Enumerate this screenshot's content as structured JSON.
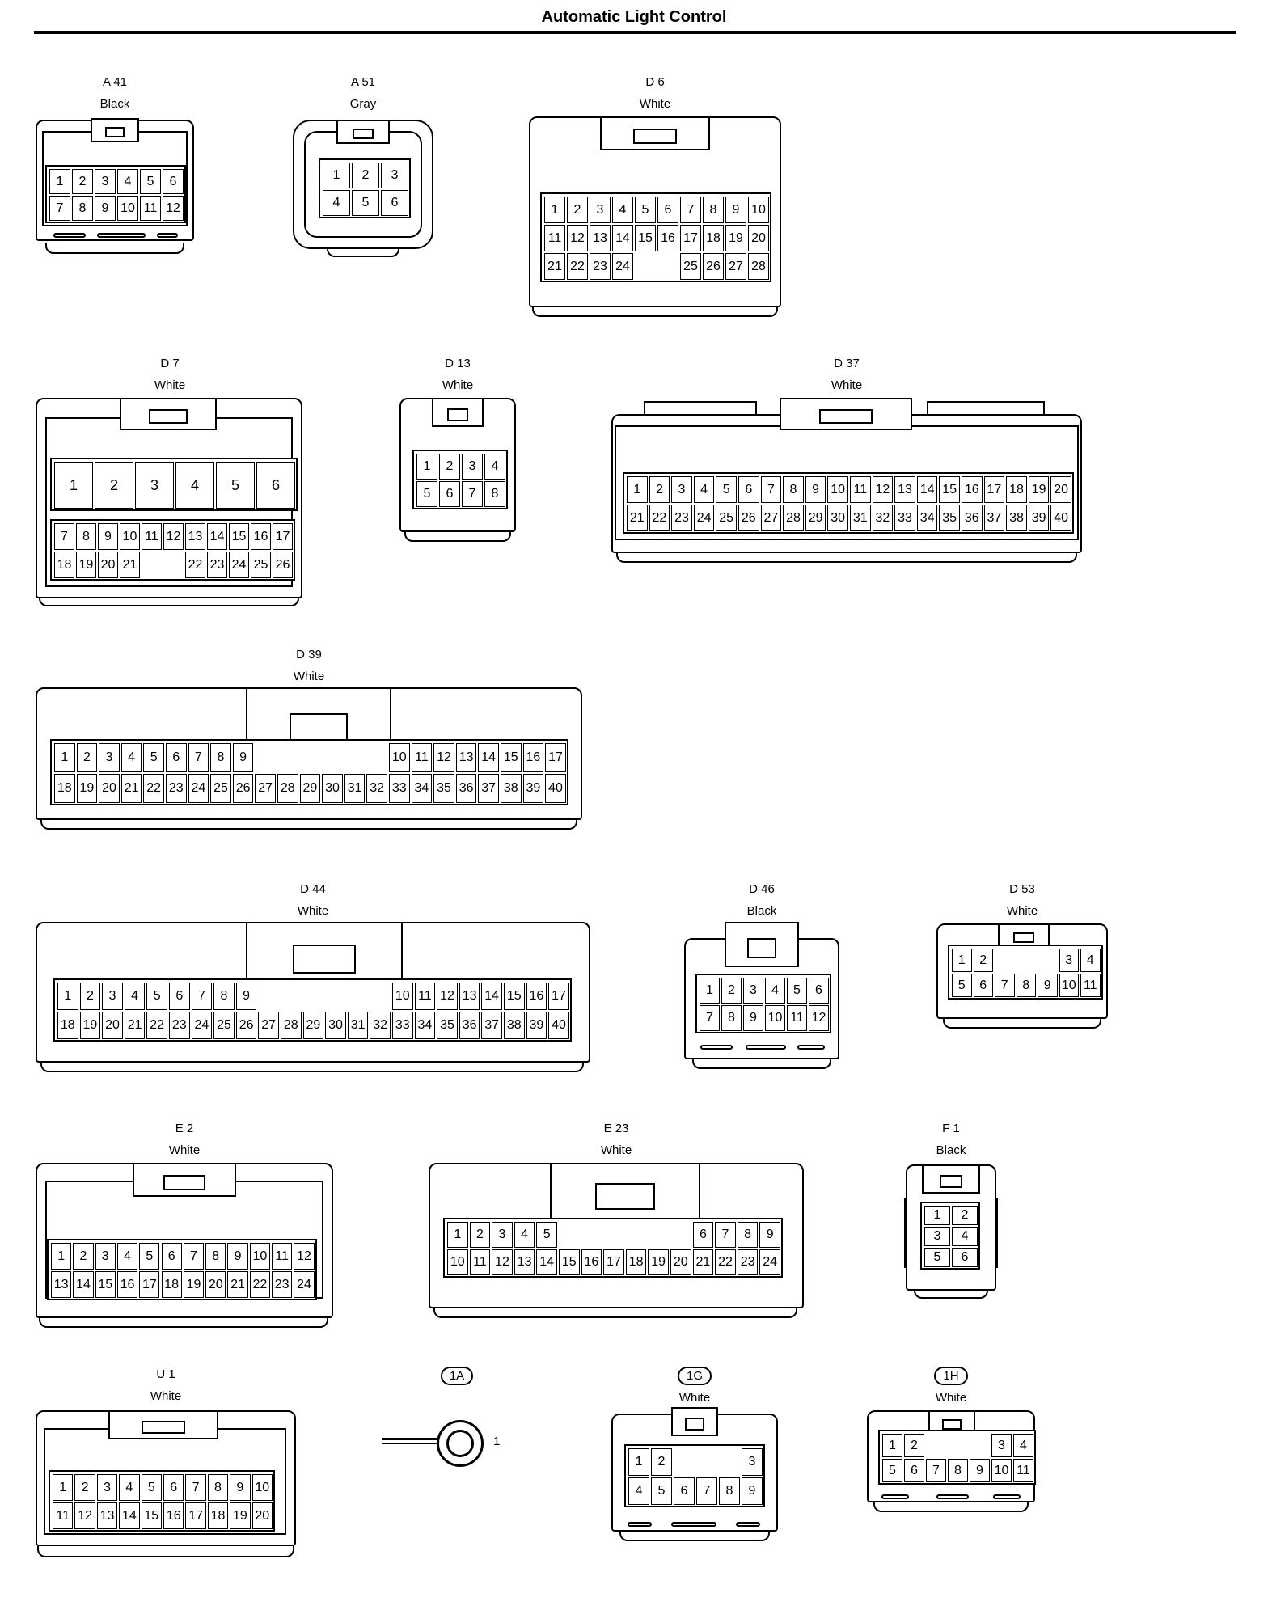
{
  "title": "Automatic Light Control",
  "connectors": [
    {
      "id": "A 41",
      "color": "Black",
      "pins": 12
    },
    {
      "id": "A 51",
      "color": "Gray",
      "pins": 6
    },
    {
      "id": "D 6",
      "color": "White",
      "pins": 28
    },
    {
      "id": "D 7",
      "color": "White",
      "pins": 26
    },
    {
      "id": "D 13",
      "color": "White",
      "pins": 8
    },
    {
      "id": "D 37",
      "color": "White",
      "pins": 40
    },
    {
      "id": "D 39",
      "color": "White",
      "pins": 40
    },
    {
      "id": "D 44",
      "color": "White",
      "pins": 40
    },
    {
      "id": "D 46",
      "color": "Black",
      "pins": 12
    },
    {
      "id": "D 53",
      "color": "White",
      "pins": 11
    },
    {
      "id": "E 2",
      "color": "White",
      "pins": 24
    },
    {
      "id": "E 23",
      "color": "White",
      "pins": 24
    },
    {
      "id": "F 1",
      "color": "Black",
      "pins": 6
    },
    {
      "id": "U 1",
      "color": "White",
      "pins": 20
    },
    {
      "id": "1A",
      "color": "",
      "pins": 1,
      "circled": true
    },
    {
      "id": "1G",
      "color": "White",
      "pins": 9,
      "circled": true
    },
    {
      "id": "1H",
      "color": "White",
      "pins": 11,
      "circled": true
    }
  ]
}
